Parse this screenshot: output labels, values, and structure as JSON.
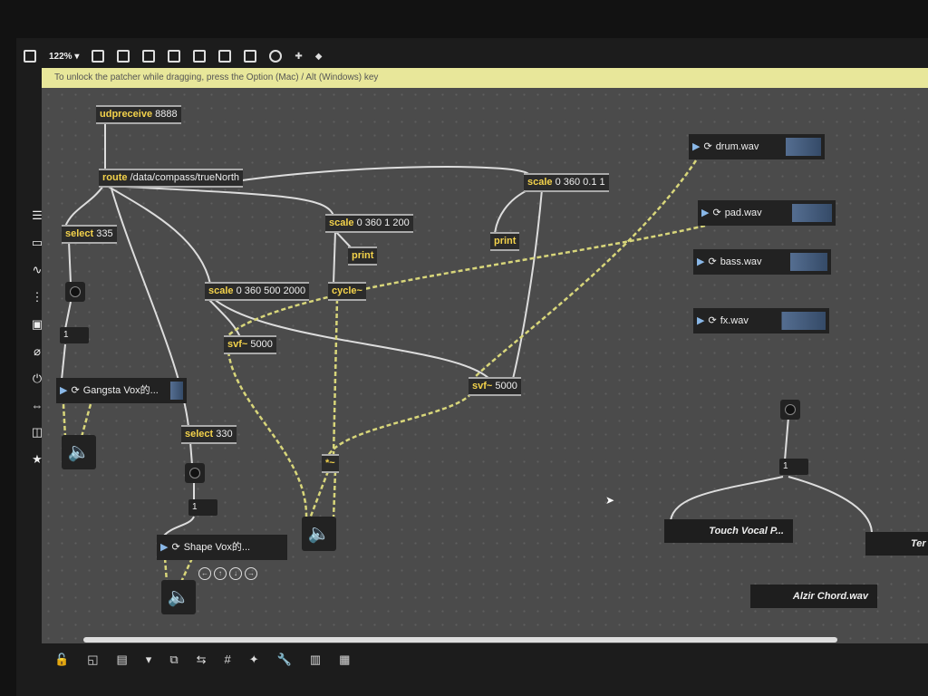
{
  "toolbar": {
    "zoom": "122% ▾"
  },
  "hint": "To unlock the patcher while dragging, press the Option (Mac) / Alt (Windows) key",
  "objects": {
    "udp": {
      "name": "udpreceive",
      "arg": "8888"
    },
    "route": {
      "name": "route",
      "arg": "/data/compass/trueNorth"
    },
    "scale1": {
      "name": "scale",
      "arg": "0 360 0.1 1"
    },
    "select335": {
      "name": "select",
      "arg": "335"
    },
    "scale2": {
      "name": "scale",
      "arg": "0 360 1 200"
    },
    "print1": {
      "name": "print"
    },
    "print2": {
      "name": "print"
    },
    "scale3": {
      "name": "scale",
      "arg": "0 360 500 2000"
    },
    "cycle": {
      "name": "cycle~"
    },
    "svf1": {
      "name": "svf~",
      "arg": "5000"
    },
    "svf2": {
      "name": "svf~",
      "arg": "5000"
    },
    "select330": {
      "name": "select",
      "arg": "330"
    },
    "mul": {
      "name": "*~"
    }
  },
  "numbers": [
    "1",
    "1",
    "1"
  ],
  "players": {
    "gangsta": "Gangsta Vox的...",
    "shape": "Shape Vox的...",
    "drum": "drum.wav",
    "pad": "pad.wav",
    "bass": "bass.wav",
    "fx": "fx.wav"
  },
  "playlists": {
    "touch": "Touch Vocal P...",
    "ter": "Ter",
    "alzir": "Alzir Chord.wav"
  }
}
